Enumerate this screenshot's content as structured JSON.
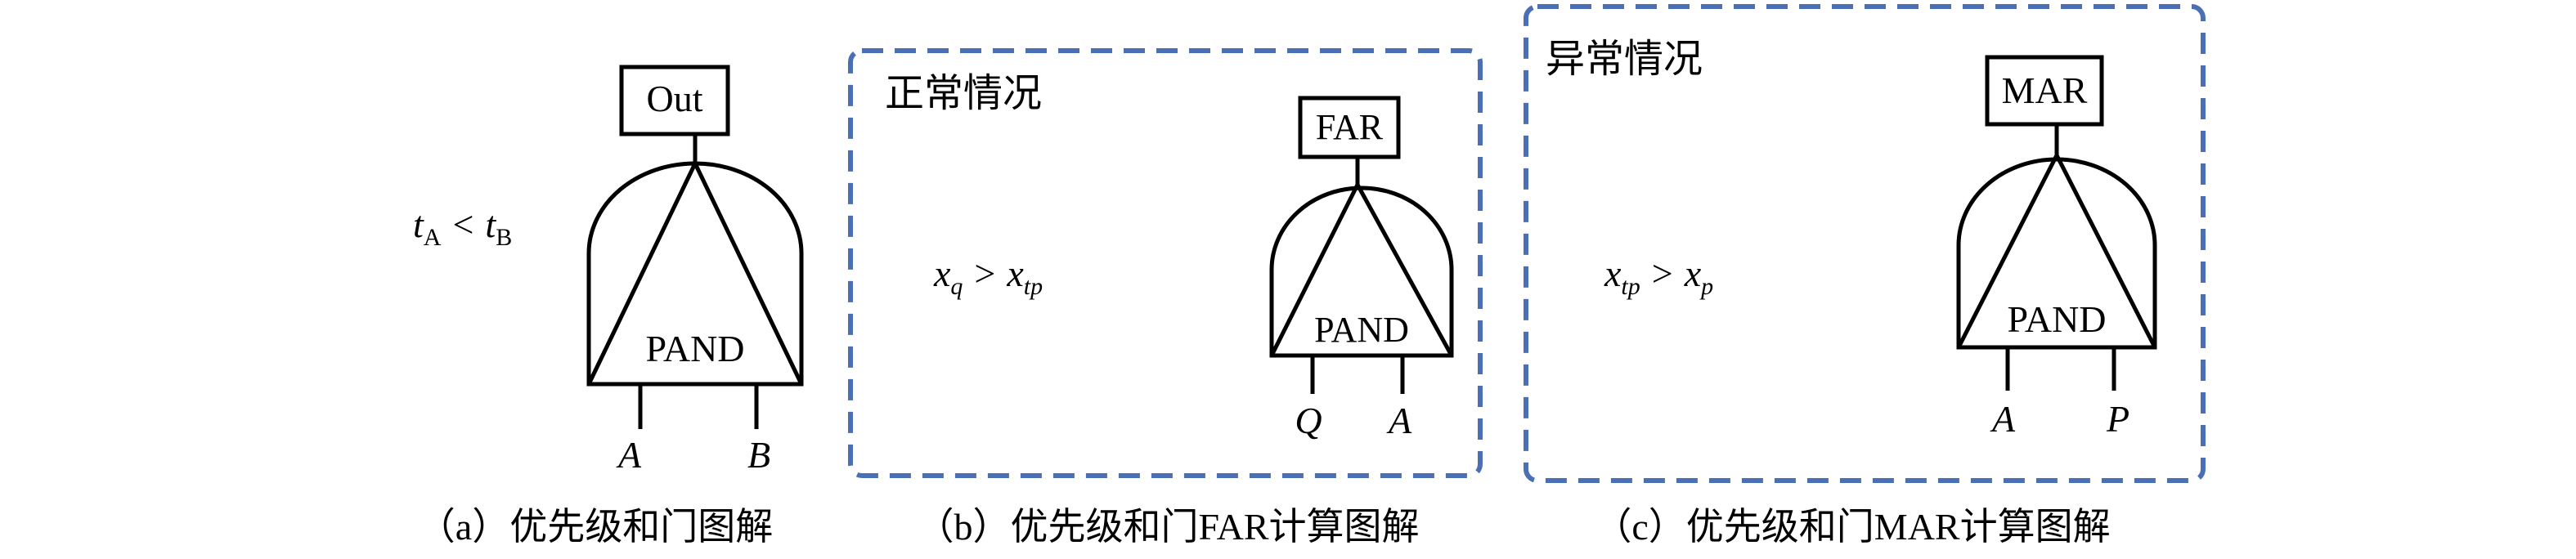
{
  "panel_a": {
    "output_label": "Out",
    "gate_label": "PAND",
    "condition": {
      "left_var": "t",
      "left_sub": "A",
      "op": "<",
      "right_var": "t",
      "right_sub": "B"
    },
    "input_left": "A",
    "input_right": "B",
    "caption": "（a）优先级和门图解"
  },
  "panel_b": {
    "box_title": "正常情况",
    "output_label": "FAR",
    "gate_label": "PAND",
    "condition": {
      "left_var": "x",
      "left_sub": "q",
      "op": ">",
      "right_var": "x",
      "right_sub": "tp"
    },
    "input_left": "Q",
    "input_right": "A",
    "caption": "（b）优先级和门FAR计算图解"
  },
  "panel_c": {
    "box_title": "异常情况",
    "output_label": "MAR",
    "gate_label": "PAND",
    "condition": {
      "left_var": "x",
      "left_sub": "tp",
      "op": ">",
      "right_var": "x",
      "right_sub": "p"
    },
    "input_left": "A",
    "input_right": "P",
    "caption": "（c）优先级和门MAR计算图解"
  },
  "colors": {
    "ink": "#000000",
    "dashed_border": "#4a6fb5"
  }
}
